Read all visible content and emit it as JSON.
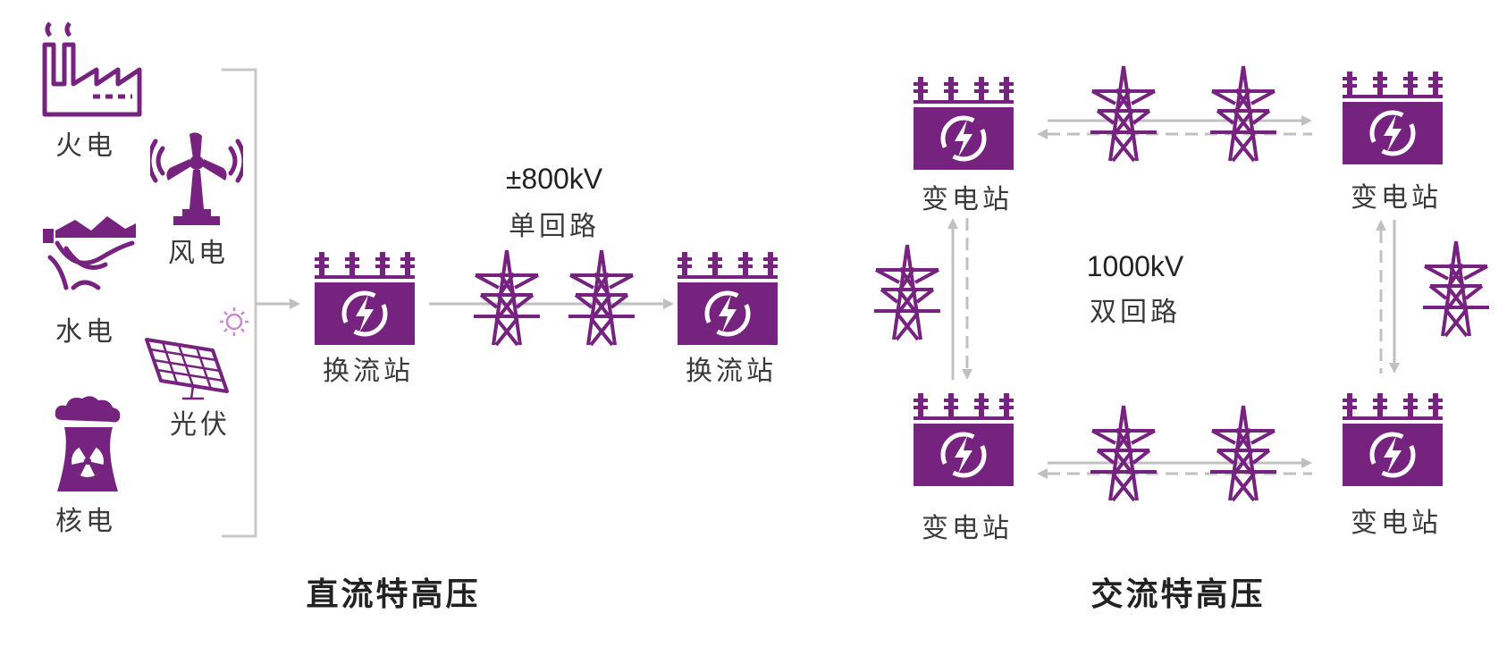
{
  "colors": {
    "accent": "#76237f",
    "line": "#c0c0c0"
  },
  "dc": {
    "sources": [
      {
        "label": "火电",
        "icon": "thermal-plant-icon"
      },
      {
        "label": "风电",
        "icon": "wind-turbine-icon"
      },
      {
        "label": "水电",
        "icon": "hydro-dam-icon"
      },
      {
        "label": "光伏",
        "icon": "solar-panel-icon"
      },
      {
        "label": "核电",
        "icon": "nuclear-plant-icon"
      }
    ],
    "voltage": "±800kV",
    "circuit": "单回路",
    "station_label": "换流站",
    "title": "直流特高压"
  },
  "ac": {
    "voltage": "1000kV",
    "circuit": "双回路",
    "station_label": "变电站",
    "title": "交流特高压"
  }
}
